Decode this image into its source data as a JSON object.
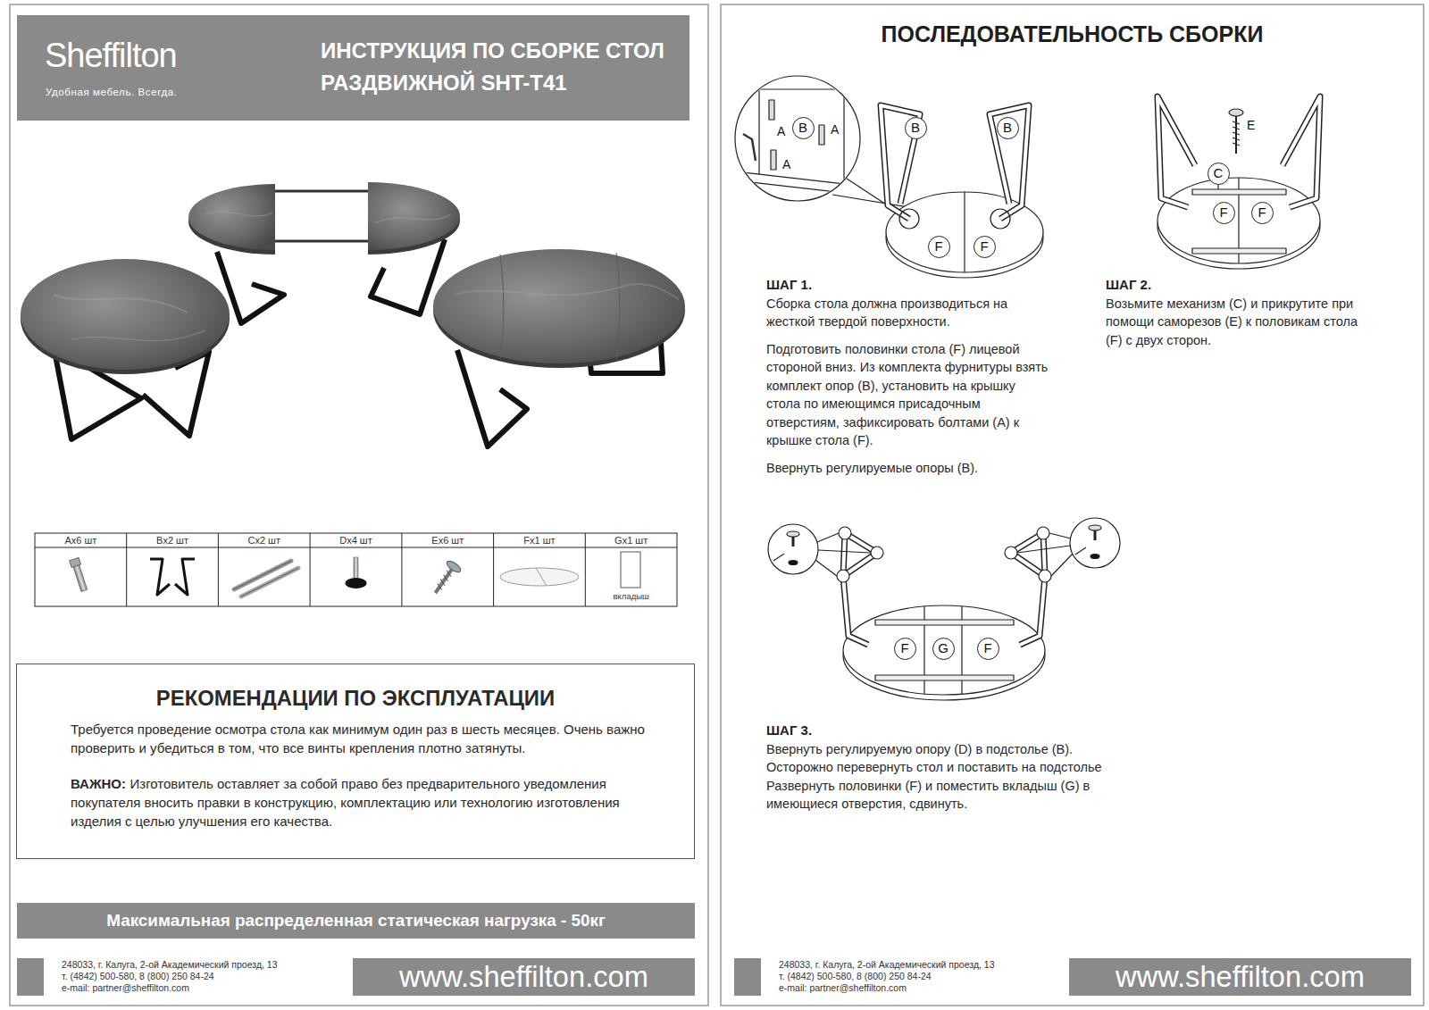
{
  "diagram": {
    "nodes": [
      {
        "text": [
          "Sheffilton",
          "Удобная мебель. Всегда.",
          "ИНСТРУКЦИЯ ПО СБОРКЕ СТОЛ РАЗДВИЖНОЙ SHT-T41"
        ]
      },
      {
        "text": [
          "РЕКОМЕНДАЦИИ ПО ЭКСПЛУАТАЦИИ",
          "Требуется проведение осмотра стола как минимум один раз в шесть месяцев. Очень важно проверить и убедиться в том, что все винты крепления плотно затянуты.",
          "ВАЖНО:",
          "Изготовитель оставляет за собой право без предварительного уведомления покупателя вносить правки в конструкцию, комплектацию или технологию изготовления изделия с целью улучшения его качества."
        ]
      },
      {
        "text": [
          "Максимальная распределенная статическая нагрузка - 50кг"
        ]
      },
      {
        "text": [
          "www.sheffilton.com"
        ]
      },
      {
        "text": [
          "B"
        ]
      },
      {
        "text": [
          "B"
        ]
      },
      {
        "text": [
          "B"
        ]
      },
      {
        "text": [
          "F"
        ]
      },
      {
        "text": [
          "F"
        ]
      },
      {
        "text": [
          "C"
        ]
      },
      {
        "text": [
          "F"
        ]
      },
      {
        "text": [
          "F"
        ]
      },
      {
        "text": [
          "F"
        ]
      },
      {
        "text": [
          "G"
        ]
      },
      {
        "text": [
          "F"
        ]
      },
      {
        "text": [
          "www.sheffilton.com"
        ]
      }
    ],
    "labels": [
      "ПОСЛЕДОВАТЕЛЬНОСТЬ СБОРКИ",
      "Ax6 шт",
      "Bx2 шт",
      "Cx2 шт",
      "Dx4 шт",
      "Ex6 шт",
      "Fx1 шт",
      "Gx1 шт",
      "вкладыш",
      "A",
      "A",
      "A",
      "E",
      "ШАГ 1.",
      "Сборка стола должна производиться на жесткой твердой поверхности.",
      "Подготовить половинки стола (F) лицевой стороной вниз. Из комплекта фурнитуры взять комплект опор (B), установить на крышку стола по имеющимся присадочным отверстиям, зафиксировать болтами (A) к крышке стола (F).",
      "Ввернуть регулируемые опоры (B).",
      "ШАГ 2.",
      "Возьмите механизм (C) и прикрутите при помощи саморезов (E) к половикам стола (F) с двух сторон.",
      "ШАГ 3.",
      "Ввернуть регулируемую опору (D) в подстолье (B). Осторожно перевернуть стол и поставить на подстолье Развернуть половинки (F) и поместить вкладыш (G) в имеющиеся отверстия, сдвинуть.",
      "248033, г. Калуга, 2-ой Академический проезд, 13",
      "т. (4842) 500-580, 8 (800) 250 84-24",
      "e-mail: partner@sheffilton.com",
      "248033, г. Калуга, 2-ой Академический проезд, 13",
      "т. (4842) 500-580, 8 (800) 250 84-24",
      "e-mail: partner@sheffilton.com"
    ]
  }
}
